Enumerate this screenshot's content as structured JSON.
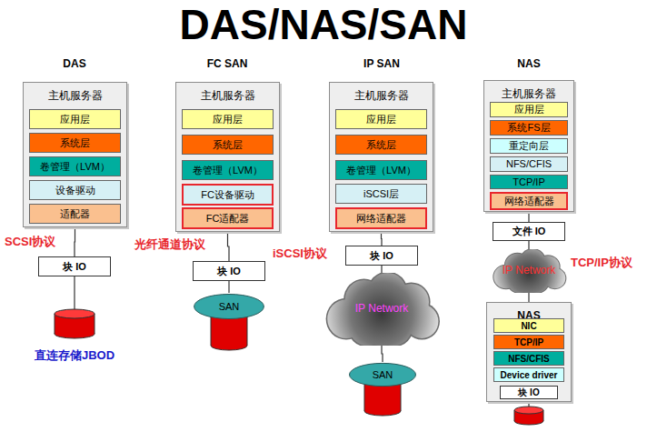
{
  "diagram": {
    "title": "DAS/NAS/SAN",
    "nodes": [
      {
        "text": [
          "主机服务器"
        ]
      },
      {
        "text": [
          "应用层"
        ],
        "in": 0
      },
      {
        "text": [
          "系统层"
        ],
        "in": 0
      },
      {
        "text": [
          "卷管理（LVM）"
        ],
        "in": 0
      },
      {
        "text": [
          "设备驱动"
        ],
        "in": 0
      },
      {
        "text": [
          "适配器"
        ],
        "in": 0
      },
      {
        "text": [
          "块 IO"
        ]
      },
      {
        "text": [
          "主机服务器"
        ]
      },
      {
        "text": [
          "应用层"
        ],
        "in": 7
      },
      {
        "text": [
          "系统层"
        ],
        "in": 7
      },
      {
        "text": [
          "卷管理（LVM）"
        ],
        "in": 7
      },
      {
        "text": [
          "FC设备驱动"
        ],
        "in": 7
      },
      {
        "text": [
          "FC适配器"
        ],
        "in": 7
      },
      {
        "text": [
          "块 IO"
        ]
      },
      {
        "text": [
          "SAN"
        ]
      },
      {
        "text": [
          "主机服务器"
        ]
      },
      {
        "text": [
          "应用层"
        ],
        "in": 15
      },
      {
        "text": [
          "系统层"
        ],
        "in": 15
      },
      {
        "text": [
          "卷管理（LVM）"
        ],
        "in": 15
      },
      {
        "text": [
          "iSCSI层"
        ],
        "in": 15
      },
      {
        "text": [
          "网络适配器"
        ],
        "in": 15
      },
      {
        "text": [
          "块 IO"
        ]
      },
      {
        "text": [
          "IP Network"
        ]
      },
      {
        "text": [
          "SAN"
        ]
      },
      {
        "text": [
          "主机服务器"
        ]
      },
      {
        "text": [
          "应用层"
        ],
        "in": 24
      },
      {
        "text": [
          "系统FS层"
        ],
        "in": 24
      },
      {
        "text": [
          "重定向层"
        ],
        "in": 24
      },
      {
        "text": [
          "NFS/CFIS"
        ],
        "in": 24
      },
      {
        "text": [
          "TCP/IP"
        ],
        "in": 24
      },
      {
        "text": [
          "网络适配器"
        ],
        "in": 24
      },
      {
        "text": [
          "文件 IO"
        ]
      },
      {
        "text": [
          "IP Network"
        ]
      },
      {
        "text": [
          "NAS"
        ]
      },
      {
        "text": [
          "NIC"
        ],
        "in": 33
      },
      {
        "text": [
          "TCP/IP"
        ],
        "in": 33
      },
      {
        "text": [
          "NFS/CFIS"
        ],
        "in": 33
      },
      {
        "text": [
          "Device driver"
        ],
        "in": 33
      },
      {
        "text": [
          "块 IO"
        ],
        "in": 33
      }
    ],
    "edges": [
      {
        "from": 0,
        "to": 6,
        "arrow": "none"
      },
      {
        "from": 7,
        "to": 13,
        "arrow": "none"
      },
      {
        "from": 13,
        "to": 14,
        "arrow": "none"
      },
      {
        "from": 15,
        "to": 21,
        "arrow": "none"
      },
      {
        "from": 21,
        "to": 22,
        "arrow": "none"
      },
      {
        "from": 22,
        "to": 23,
        "arrow": "none"
      },
      {
        "from": 24,
        "to": 31,
        "arrow": "none"
      },
      {
        "from": 31,
        "to": 32,
        "arrow": "none"
      },
      {
        "from": 32,
        "to": 33,
        "arrow": "none"
      }
    ],
    "labels": [
      "DAS",
      "FC SAN",
      "IP SAN",
      "NAS",
      "SCSI协议",
      "光纤通道协议",
      "iSCSI协议",
      "TCP/IP协议",
      "直连存储JBOD"
    ]
  }
}
